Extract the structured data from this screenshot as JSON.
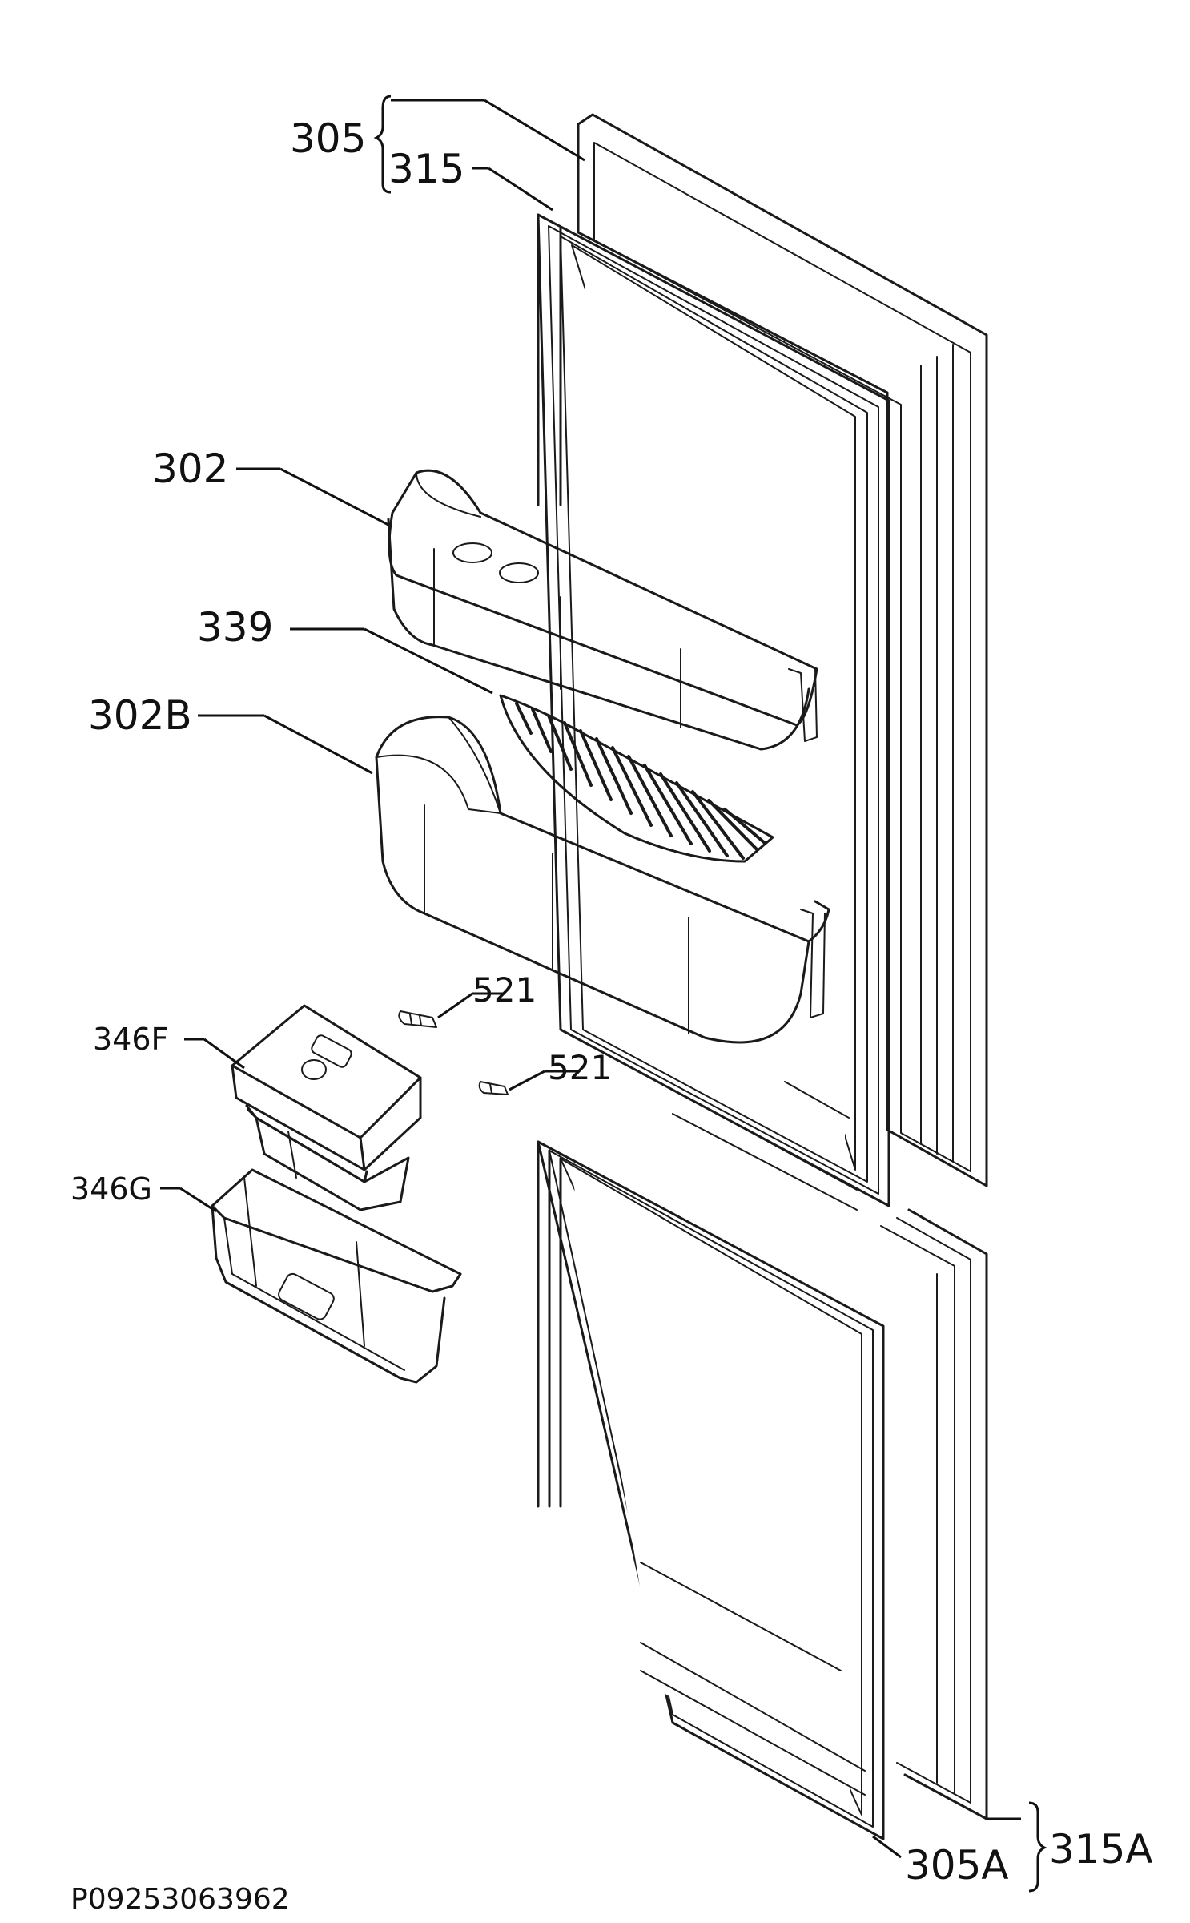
{
  "callouts": {
    "c305": "305",
    "c315": "315",
    "c302": "302",
    "c339": "339",
    "c302b": "302B",
    "c521a": "521",
    "c521b": "521",
    "c346f": "346F",
    "c346g": "346G",
    "c305a": "305A",
    "c315a": "315A"
  },
  "drawing_code": "P09253063962",
  "parts": [
    {
      "id": "305",
      "icon": "upper-door-panel-icon"
    },
    {
      "id": "315",
      "icon": "upper-door-gasket-icon"
    },
    {
      "id": "302",
      "icon": "door-shelf-icon"
    },
    {
      "id": "339",
      "icon": "bottle-retainer-icon"
    },
    {
      "id": "302B",
      "icon": "bottle-shelf-icon"
    },
    {
      "id": "521",
      "icon": "screw-icon"
    },
    {
      "id": "346F",
      "icon": "covered-dairy-box-icon"
    },
    {
      "id": "346G",
      "icon": "open-storage-box-icon"
    },
    {
      "id": "305A",
      "icon": "lower-door-gasket-icon"
    },
    {
      "id": "315A",
      "icon": "lower-door-panel-icon"
    }
  ]
}
